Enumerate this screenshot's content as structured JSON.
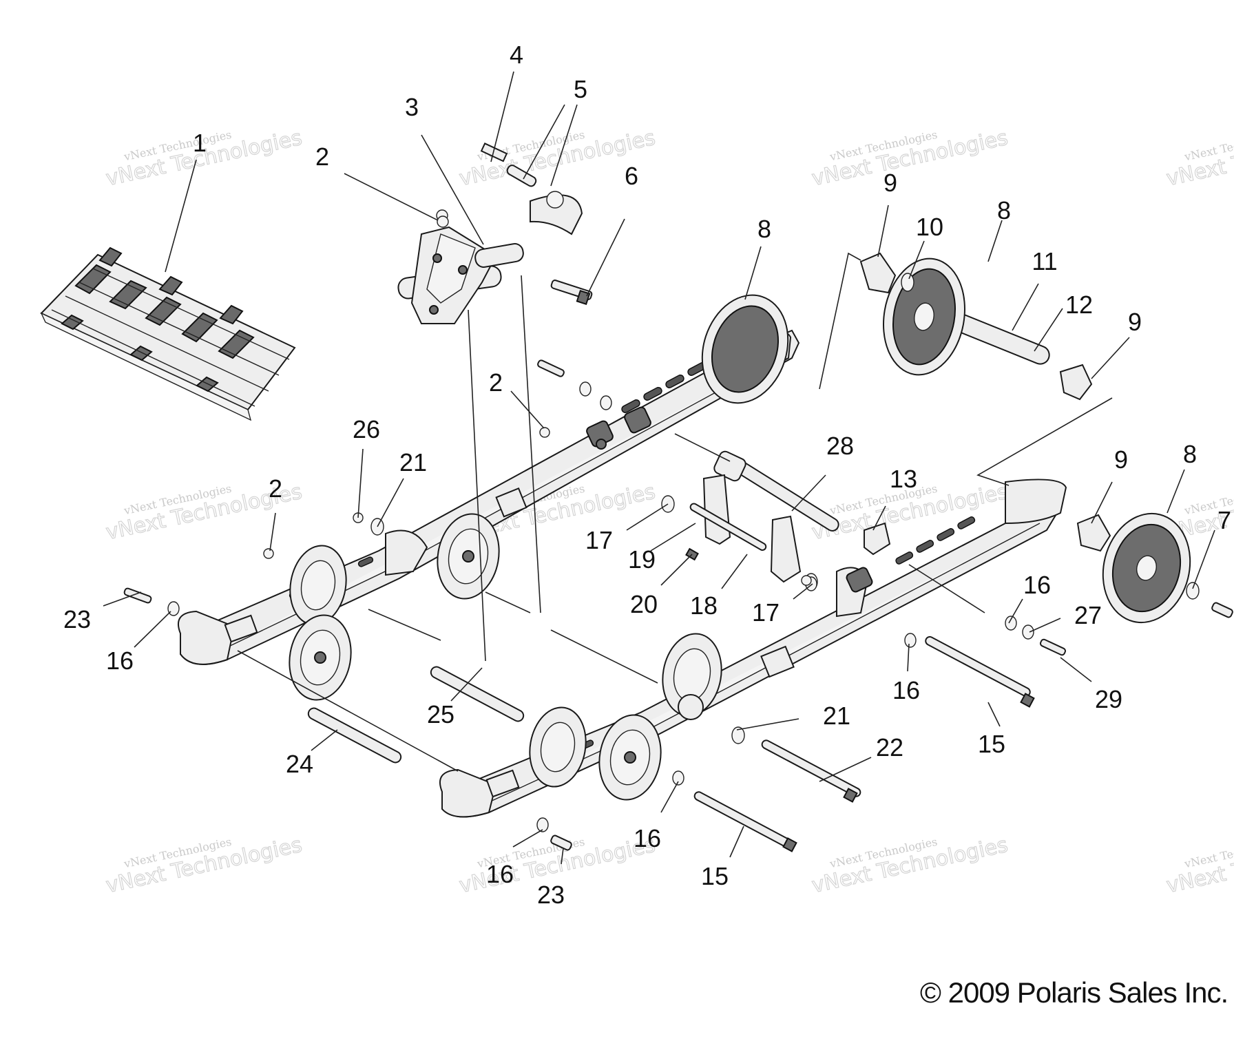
{
  "diagram": {
    "callouts": [
      {
        "id": "c1",
        "text": "1"
      },
      {
        "id": "c2a",
        "text": "2"
      },
      {
        "id": "c3",
        "text": "3"
      },
      {
        "id": "c4",
        "text": "4"
      },
      {
        "id": "c5",
        "text": "5"
      },
      {
        "id": "c6",
        "text": "6"
      },
      {
        "id": "c8a",
        "text": "8"
      },
      {
        "id": "c9a",
        "text": "9"
      },
      {
        "id": "c10",
        "text": "10"
      },
      {
        "id": "c8b",
        "text": "8"
      },
      {
        "id": "c11",
        "text": "11"
      },
      {
        "id": "c12",
        "text": "12"
      },
      {
        "id": "c9b",
        "text": "9"
      },
      {
        "id": "c2b",
        "text": "2"
      },
      {
        "id": "c26",
        "text": "26"
      },
      {
        "id": "c21a",
        "text": "21"
      },
      {
        "id": "c28",
        "text": "28"
      },
      {
        "id": "c13",
        "text": "13"
      },
      {
        "id": "c9c",
        "text": "9"
      },
      {
        "id": "c8c",
        "text": "8"
      },
      {
        "id": "c7",
        "text": "7"
      },
      {
        "id": "c2c",
        "text": "2"
      },
      {
        "id": "c17a",
        "text": "17"
      },
      {
        "id": "c19",
        "text": "19"
      },
      {
        "id": "c20",
        "text": "20"
      },
      {
        "id": "c18",
        "text": "18"
      },
      {
        "id": "c17b",
        "text": "17"
      },
      {
        "id": "c16a",
        "text": "16"
      },
      {
        "id": "c27",
        "text": "27"
      },
      {
        "id": "c23a",
        "text": "23"
      },
      {
        "id": "c16b",
        "text": "16"
      },
      {
        "id": "c16c",
        "text": "16"
      },
      {
        "id": "c29",
        "text": "29"
      },
      {
        "id": "c25",
        "text": "25"
      },
      {
        "id": "c21b",
        "text": "21"
      },
      {
        "id": "c15a",
        "text": "15"
      },
      {
        "id": "c24",
        "text": "24"
      },
      {
        "id": "c22",
        "text": "22"
      },
      {
        "id": "c16d",
        "text": "16"
      },
      {
        "id": "c16e",
        "text": "16"
      },
      {
        "id": "c23b",
        "text": "23"
      },
      {
        "id": "c15b",
        "text": "15"
      }
    ],
    "watermark": {
      "line1": "vNext Technologies",
      "line2": "vNext Technologies"
    },
    "copyright": "© 2009 Polaris Sales Inc."
  }
}
